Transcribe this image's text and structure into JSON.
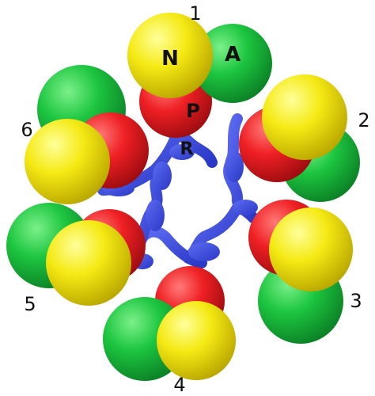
{
  "diagram": {
    "colors": {
      "N": "#f2e600",
      "A": "#17c43b",
      "P": "#ef1f25",
      "R": "#3444e0"
    },
    "domain_labels": [
      "N",
      "A",
      "P",
      "R"
    ],
    "subunits": [
      {
        "number": "1"
      },
      {
        "number": "2"
      },
      {
        "number": "3"
      },
      {
        "number": "4"
      },
      {
        "number": "5"
      },
      {
        "number": "6"
      }
    ]
  }
}
